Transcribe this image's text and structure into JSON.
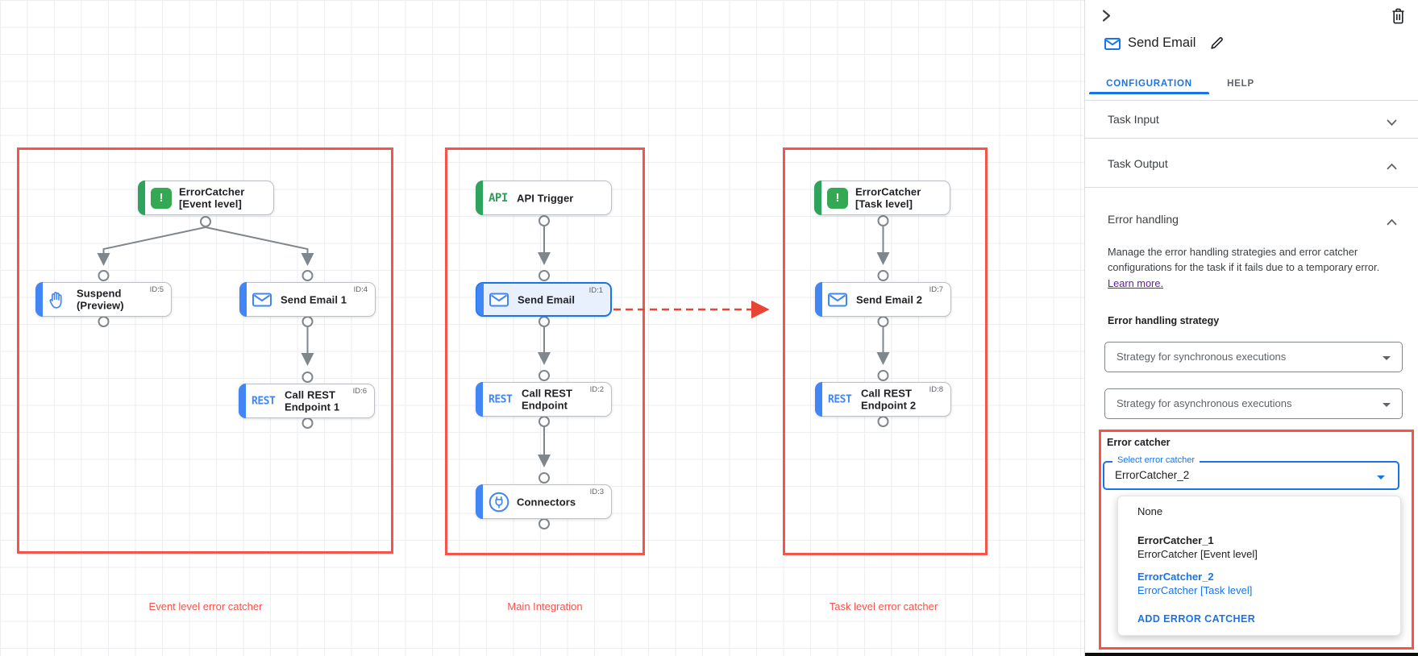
{
  "canvas": {
    "groups": [
      {
        "label": "Event level error catcher"
      },
      {
        "label": "Main Integration"
      },
      {
        "label": "Task level error catcher"
      }
    ],
    "nodes": {
      "error_catcher_event": {
        "label": "ErrorCatcher\n[Event level]"
      },
      "suspend": {
        "label": "Suspend\n(Preview)",
        "id": "ID:5"
      },
      "send_email_1": {
        "label": "Send Email 1",
        "id": "ID:4"
      },
      "call_rest_1": {
        "label": "Call REST\nEndpoint 1",
        "id": "ID:6"
      },
      "api_trigger": {
        "label": "API Trigger"
      },
      "send_email": {
        "label": "Send Email",
        "id": "ID:1"
      },
      "call_rest": {
        "label": "Call REST\nEndpoint",
        "id": "ID:2"
      },
      "connectors": {
        "label": "Connectors",
        "id": "ID:3"
      },
      "error_catcher_task": {
        "label": "ErrorCatcher\n[Task level]"
      },
      "send_email_2": {
        "label": "Send Email 2",
        "id": "ID:7"
      },
      "call_rest_2": {
        "label": "Call REST\nEndpoint 2",
        "id": "ID:8"
      }
    },
    "icons": {
      "exclaim": "!",
      "api_text": "API",
      "rest_text": "REST"
    }
  },
  "sidebar": {
    "title": "Send Email",
    "tabs": {
      "configuration": "CONFIGURATION",
      "help": "HELP"
    },
    "sections": {
      "task_input": "Task Input",
      "task_output": "Task Output",
      "error_handling": "Error handling"
    },
    "error_handling": {
      "description": "Manage the error handling strategies and error catcher configurations for the task if it fails due to a temporary error.",
      "learn_more": "Learn more.",
      "strategy_label": "Error handling strategy",
      "sync_placeholder": "Strategy for synchronous executions",
      "async_placeholder": "Strategy for asynchronous executions"
    },
    "error_catcher": {
      "label": "Error catcher",
      "select_label": "Select error catcher",
      "value": "ErrorCatcher_2",
      "menu": {
        "none": "None",
        "ec1_name": "ErrorCatcher_1",
        "ec1_desc": "ErrorCatcher [Event level]",
        "ec2_name": "ErrorCatcher_2",
        "ec2_desc": "ErrorCatcher [Task level]",
        "add": "ADD ERROR CATCHER"
      }
    }
  },
  "colors": {
    "ui_blue": "#1a73e8",
    "node_blue": "#4285f4",
    "node_green": "#34a853",
    "group_red": "#f5544a",
    "dashed_red": "#e94335",
    "link_purple": "#681da8",
    "selected_node_bg": "#e8f0fe"
  }
}
